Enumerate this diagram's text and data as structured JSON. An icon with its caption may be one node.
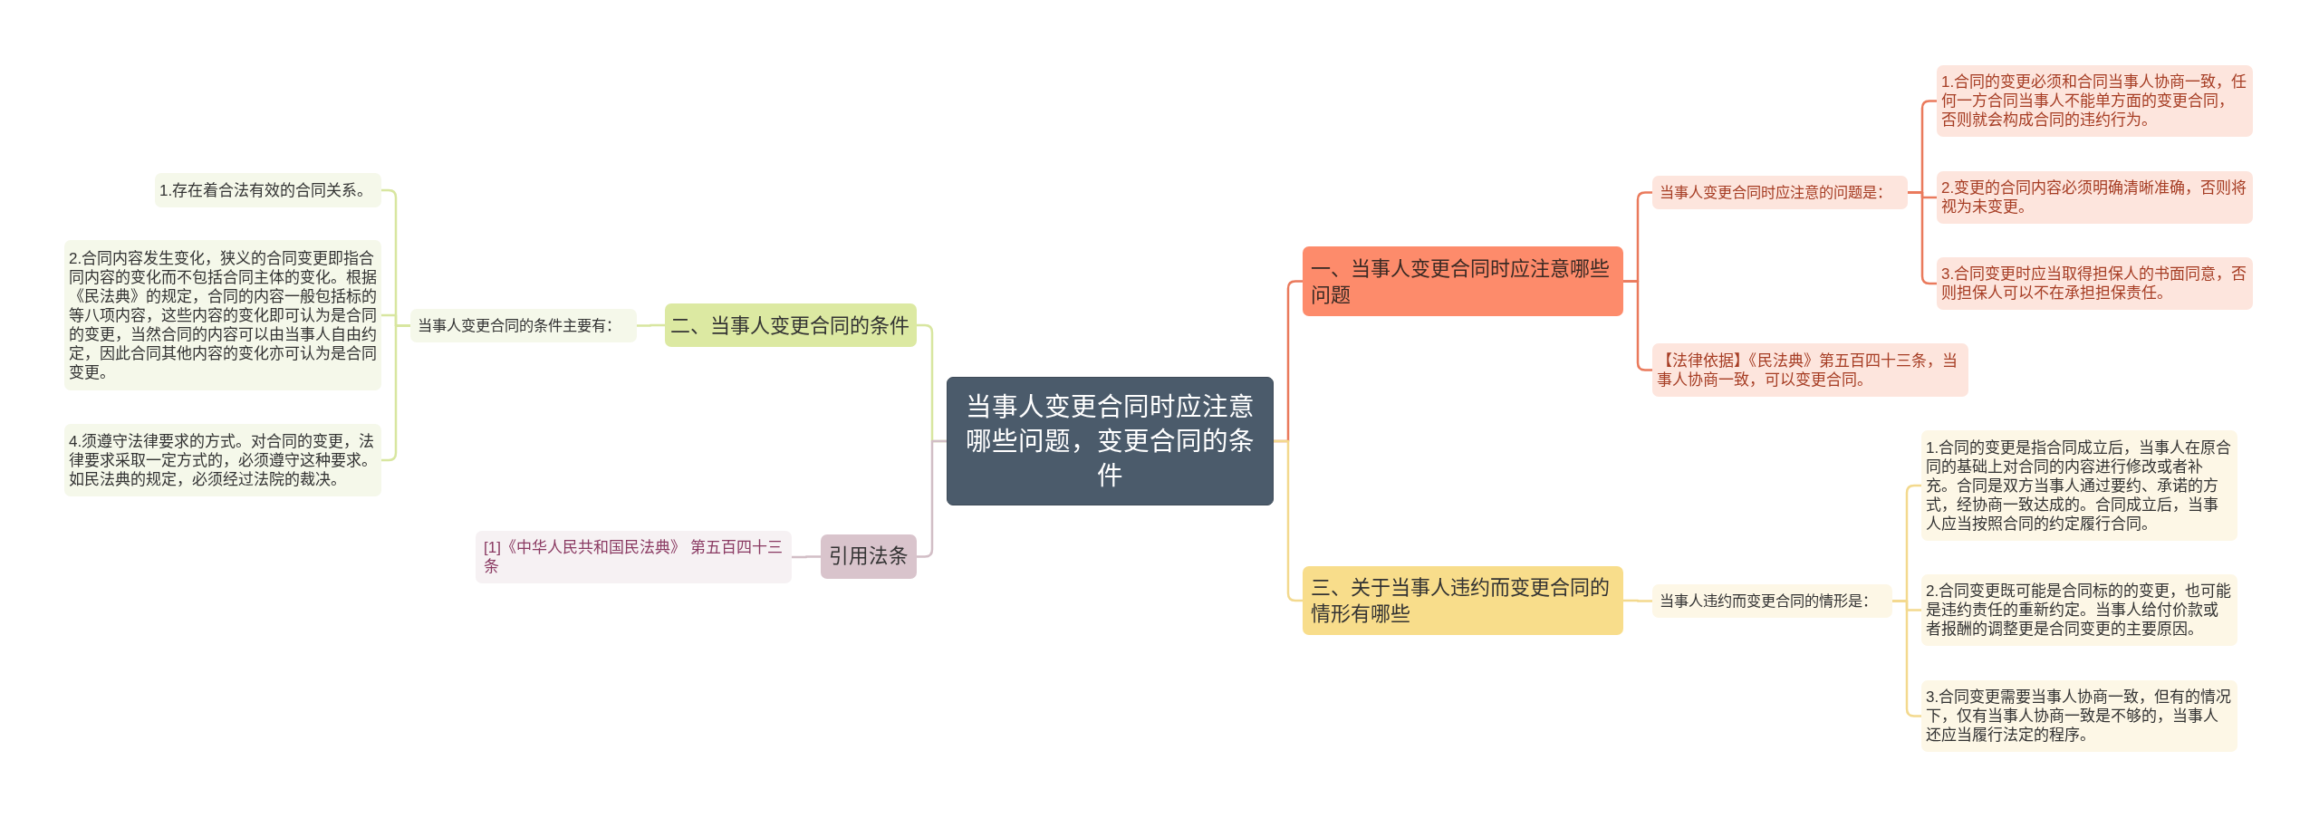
{
  "diagram": {
    "nodes": [
      {
        "text": [
          "当事人变更合同时应注意哪些问题，变更合同的条件"
        ]
      },
      {
        "text": [
          "二、当事人变更合同的条件"
        ]
      },
      {
        "text": [
          "当事人变更合同的条件主要有："
        ]
      },
      {
        "text": [
          "1.存在着合法有效的合同关系。"
        ]
      },
      {
        "text": [
          "2.合同内容发生变化，狭义的合同变更即指合同内容的变化而不包括合同主体的变化。根据《民法典》的规定，合同的内容一般包括标的等八项内容，这些内容的变化即可认为是合同的变更，当然合同的内容可以由当事人自由约定，因此合同其他内容的变化亦可认为是合同变更。"
        ]
      },
      {
        "text": [
          "4.须遵守法律要求的方式。对合同的变更，法律要求采取一定方式的，必须遵守这种要求。如民法典的规定，必须经过法院的裁决。"
        ]
      },
      {
        "text": [
          "引用法条"
        ]
      },
      {
        "text": [
          "[1]《中华人民共和国民法典》 第五百四十三条"
        ]
      },
      {
        "text": [
          "一、当事人变更合同时应注意哪些问题"
        ]
      },
      {
        "text": [
          "当事人变更合同时应注意的问题是："
        ]
      },
      {
        "text": [
          "1.合同的变更必须和合同当事人协商一致，任何一方合同当事人不能单方面的变更合同，否则就会构成合同的违约行为。"
        ]
      },
      {
        "text": [
          "2.变更的合同内容必须明确清晰准确，否则将视为未变更。"
        ]
      },
      {
        "text": [
          "3.合同变更时应当取得担保人的书面同意，否则担保人可以不在承担担保责任。"
        ]
      },
      {
        "text": [
          "【法律依据】《民法典》第五百四十三条，当事人协商一致，可以变更合同。"
        ]
      },
      {
        "text": [
          "三、关于当事人违约而变更合同的情形有哪些"
        ]
      },
      {
        "text": [
          "当事人违约而变更合同的情形是："
        ]
      },
      {
        "text": [
          "1.合同的变更是指合同成立后，当事人在原合同的基础上对合同的内容进行修改或者补充。合同是双方当事人通过要约、承诺的方式，经协商一致达成的。合同成立后，当事人应当按照合同的约定履行合同。"
        ]
      },
      {
        "text": [
          "2.合同变更既可能是合同标的的变更，也可能是违约责任的重新约定。当事人给付价款或者报酬的调整更是合同变更的主要原因。"
        ]
      },
      {
        "text": [
          "3.合同变更需要当事人协商一致，但有的情况下，仅有当事人协商一致是不够的，当事人还应当履行法定的程序。"
        ]
      }
    ],
    "edges": [
      {
        "from": 0,
        "to": 1,
        "arrow": "none",
        "color": "#d8e6a0"
      },
      {
        "from": 1,
        "to": 2,
        "arrow": "none",
        "color": "#d8e6a0"
      },
      {
        "from": 2,
        "to": 3,
        "arrow": "none",
        "color": "#d8e6a0"
      },
      {
        "from": 2,
        "to": 4,
        "arrow": "none",
        "color": "#d8e6a0"
      },
      {
        "from": 2,
        "to": 5,
        "arrow": "none",
        "color": "#d8e6a0"
      },
      {
        "from": 0,
        "to": 6,
        "arrow": "none",
        "color": "#d2bec6"
      },
      {
        "from": 6,
        "to": 7,
        "arrow": "none",
        "color": "#d2bec6"
      },
      {
        "from": 0,
        "to": 8,
        "arrow": "none",
        "color": "#ea7a5c"
      },
      {
        "from": 8,
        "to": 9,
        "arrow": "none",
        "color": "#ea7a5c"
      },
      {
        "from": 9,
        "to": 10,
        "arrow": "none",
        "color": "#ea7a5c"
      },
      {
        "from": 9,
        "to": 11,
        "arrow": "none",
        "color": "#ea7a5c"
      },
      {
        "from": 9,
        "to": 12,
        "arrow": "none",
        "color": "#ea7a5c"
      },
      {
        "from": 8,
        "to": 13,
        "arrow": "none",
        "color": "#ea7a5c"
      },
      {
        "from": 0,
        "to": 14,
        "arrow": "none",
        "color": "#f3d98e"
      },
      {
        "from": 14,
        "to": 15,
        "arrow": "none",
        "color": "#f3d98e"
      },
      {
        "from": 15,
        "to": 16,
        "arrow": "none",
        "color": "#f3d98e"
      },
      {
        "from": 15,
        "to": 17,
        "arrow": "none",
        "color": "#f3d98e"
      },
      {
        "from": 15,
        "to": 18,
        "arrow": "none",
        "color": "#f3d98e"
      }
    ]
  }
}
